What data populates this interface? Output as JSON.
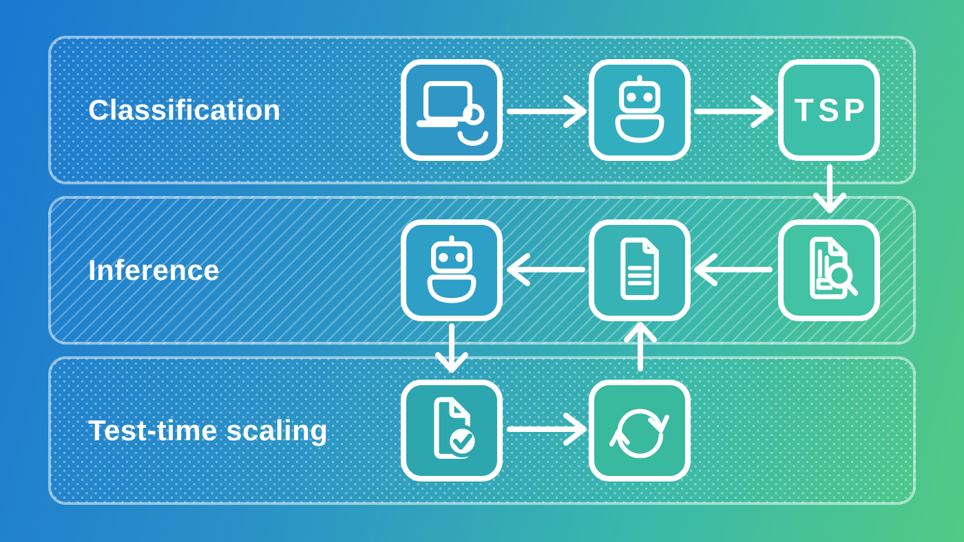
{
  "rows": [
    {
      "label": "Classification",
      "pattern": "dots",
      "nodes": [
        {
          "icon": "laptop-user-icon"
        },
        {
          "icon": "robot-icon"
        },
        {
          "icon": "tsp-badge",
          "label": "TSP"
        }
      ]
    },
    {
      "label": "Inference",
      "pattern": "diagonal-stripes",
      "nodes": [
        {
          "icon": "robot-icon"
        },
        {
          "icon": "document-icon"
        },
        {
          "icon": "document-search-icon"
        }
      ]
    },
    {
      "label": "Test-time scaling",
      "pattern": "dots",
      "nodes": [
        {
          "icon": "document-check-icon"
        },
        {
          "icon": "refresh-icon"
        }
      ]
    }
  ],
  "arrows": [
    {
      "from": "laptop-user",
      "to": "robot-classification",
      "direction": "right"
    },
    {
      "from": "robot-classification",
      "to": "tsp",
      "direction": "right"
    },
    {
      "from": "tsp",
      "to": "document-search",
      "direction": "down"
    },
    {
      "from": "document-search",
      "to": "document",
      "direction": "left"
    },
    {
      "from": "document",
      "to": "robot-inference",
      "direction": "left"
    },
    {
      "from": "robot-inference",
      "to": "document-check",
      "direction": "down"
    },
    {
      "from": "document-check",
      "to": "refresh",
      "direction": "right"
    },
    {
      "from": "refresh",
      "to": "document",
      "direction": "up"
    }
  ],
  "colors": {
    "gradient_left": "#1b77d1",
    "gradient_mid_blue": "#2b94c6",
    "gradient_teal": "#3ab8ab",
    "gradient_right": "#52ca84",
    "line_color": "#ffffff",
    "band_border": "rgba(255,255,255,0.5)"
  }
}
